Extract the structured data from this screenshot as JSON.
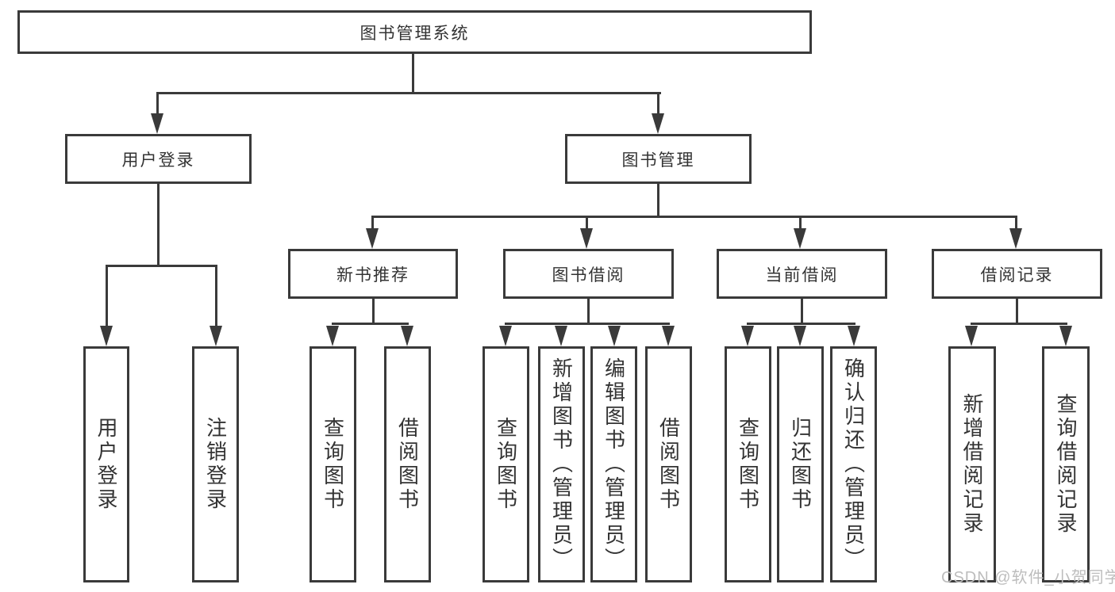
{
  "colors": {
    "line": "#3a3a3a",
    "text": "#333333",
    "background": "#ffffff",
    "watermark_text": "#bdbdbd"
  },
  "tree": {
    "root": {
      "label": "图书管理系统"
    },
    "login_branch": {
      "label": "用户登录",
      "leaves": [
        "用户登录",
        "注销登录"
      ]
    },
    "management_branch": {
      "label": "图书管理",
      "groups": [
        {
          "label": "新书推荐",
          "leaves": [
            "查询图书",
            "借阅图书"
          ]
        },
        {
          "label": "图书借阅",
          "leaves": [
            "查询图书",
            "新增图书（管理员）",
            "编辑图书（管理员）",
            "借阅图书"
          ]
        },
        {
          "label": "当前借阅",
          "leaves": [
            "查询图书",
            "归还图书",
            "确认归还（管理员）"
          ]
        },
        {
          "label": "借阅记录",
          "leaves": [
            "新增借阅记录",
            "查询借阅记录"
          ]
        }
      ]
    }
  },
  "watermark": "CSDN @软件_小贺同学"
}
